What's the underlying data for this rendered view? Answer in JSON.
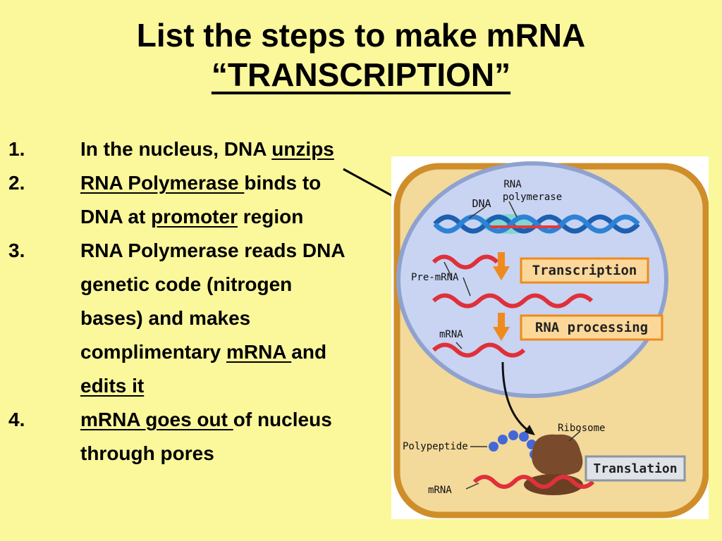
{
  "title": {
    "line1": "List the steps to make mRNA",
    "line2": "“TRANSCRIPTION”"
  },
  "steps": [
    {
      "number": "1.",
      "parts": [
        {
          "text": "In the nucleus, DNA "
        },
        {
          "text": "unzips",
          "underline": true
        }
      ]
    },
    {
      "number": "2.",
      "parts": [
        {
          "text": "RNA Polymerase ",
          "underline": true
        },
        {
          "text": "binds to DNA at "
        },
        {
          "text": "promoter",
          "underline": true
        },
        {
          "text": " region"
        }
      ]
    },
    {
      "number": "3.",
      "parts": [
        {
          "text": "RNA Polymerase reads DNA genetic code (nitrogen bases) and makes complimentary "
        },
        {
          "text": "mRNA ",
          "underline": true
        },
        {
          "text": "and "
        },
        {
          "text": "edits it",
          "underline": true
        }
      ]
    },
    {
      "number": "4.",
      "parts": [
        {
          "text": "mRNA goes out ",
          "underline": true
        },
        {
          "text": "of nucleus through pores"
        }
      ]
    }
  ],
  "figure": {
    "labels": {
      "dna": "DNA",
      "rna_polymerase_1": "RNA",
      "rna_polymerase_2": "polymerase",
      "pre_mrna": "Pre-mRNA",
      "mrna_nucleus": "mRNA",
      "ribosome": "Ribosome",
      "polypeptide": "Polypeptide",
      "mrna_cytoplasm": "mRNA"
    },
    "stages": {
      "transcription": "Transcription",
      "rna_processing": "RNA processing",
      "translation": "Translation"
    }
  }
}
